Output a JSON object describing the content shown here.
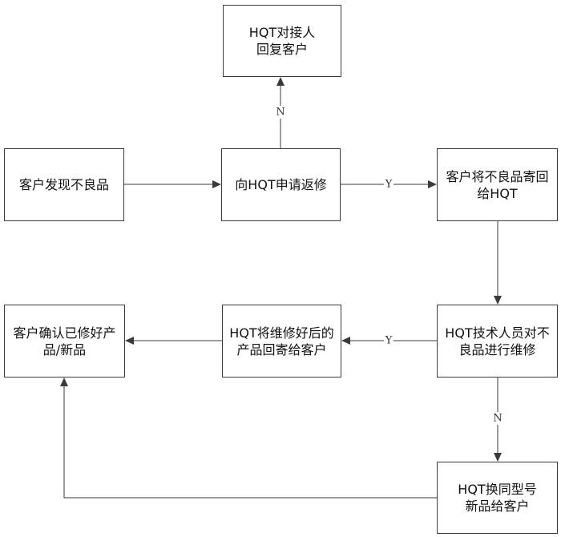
{
  "diagram": {
    "nodes": [
      {
        "id": "reply",
        "text": "HQT对接人\n回复客户"
      },
      {
        "id": "discover",
        "text": "客户发现不良品"
      },
      {
        "id": "apply",
        "text": "向HQT申请返修"
      },
      {
        "id": "sendback",
        "text": "客户将不良品寄回\n给HQT"
      },
      {
        "id": "confirm",
        "text": "客户确认已修好产\n品/新品"
      },
      {
        "id": "return",
        "text": "HQT将维修好后的\n产品回寄给客户"
      },
      {
        "id": "repair",
        "text": "HQT技术人员对不\n良品进行维修"
      },
      {
        "id": "replace",
        "text": "HQT换同型号\n新品给客户"
      }
    ],
    "edges": [
      {
        "id": "apply-reply",
        "from": "apply",
        "to": "reply",
        "label": "N"
      },
      {
        "id": "discover-apply",
        "from": "discover",
        "to": "apply",
        "label": ""
      },
      {
        "id": "apply-sendback",
        "from": "apply",
        "to": "sendback",
        "label": "Y"
      },
      {
        "id": "sendback-repair",
        "from": "sendback",
        "to": "repair",
        "label": ""
      },
      {
        "id": "repair-return",
        "from": "repair",
        "to": "return",
        "label": "Y"
      },
      {
        "id": "return-confirm",
        "from": "return",
        "to": "confirm",
        "label": ""
      },
      {
        "id": "repair-replace",
        "from": "repair",
        "to": "replace",
        "label": "N"
      },
      {
        "id": "replace-confirm",
        "from": "replace",
        "to": "confirm",
        "label": ""
      }
    ]
  },
  "colors": {
    "line": "#3a3a3a",
    "border": "#3a3a3a",
    "text": "#111111"
  }
}
